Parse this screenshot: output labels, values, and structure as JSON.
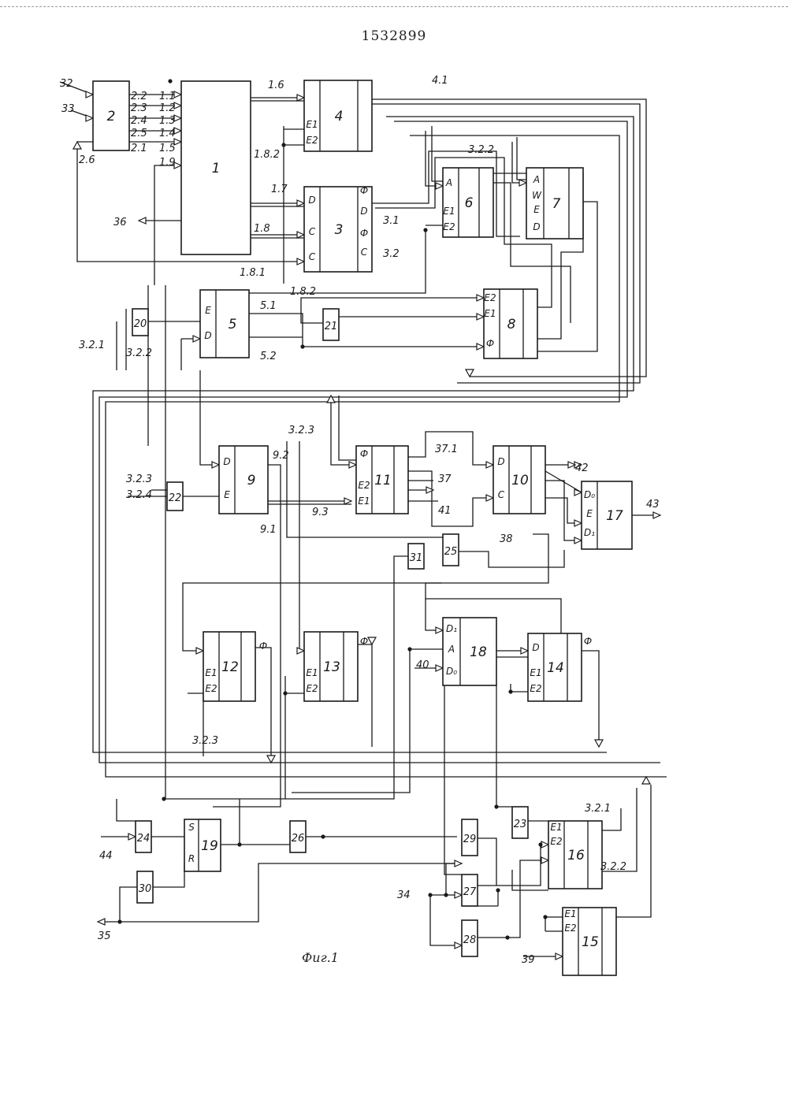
{
  "document_number": "1532899",
  "caption": "Фиг.1",
  "blocks": [
    {
      "id": "1",
      "pins": []
    },
    {
      "id": "2",
      "pins": []
    },
    {
      "id": "3",
      "pins": [
        "D",
        "C",
        "C",
        "Ф",
        "D",
        "Ф",
        "C"
      ]
    },
    {
      "id": "4",
      "pins": [
        "E1",
        "E2"
      ]
    },
    {
      "id": "5",
      "pins": [
        "E",
        "D"
      ]
    },
    {
      "id": "6",
      "pins": [
        "A",
        "E1",
        "E2"
      ]
    },
    {
      "id": "7",
      "pins": [
        "A",
        "W",
        "E",
        "D"
      ]
    },
    {
      "id": "8",
      "pins": [
        "E2",
        "E1",
        "Ф"
      ]
    },
    {
      "id": "9",
      "pins": [
        "D",
        "E"
      ]
    },
    {
      "id": "10",
      "pins": [
        "D",
        "C"
      ]
    },
    {
      "id": "11",
      "pins": [
        "Ф",
        "E2",
        "E1"
      ]
    },
    {
      "id": "12",
      "pins": [
        "E1",
        "E2",
        "Ф"
      ]
    },
    {
      "id": "13",
      "pins": [
        "E1",
        "E2",
        "Ф"
      ]
    },
    {
      "id": "14",
      "pins": [
        "D",
        "E1",
        "E2",
        "Ф"
      ]
    },
    {
      "id": "15",
      "pins": [
        "E1",
        "E2"
      ]
    },
    {
      "id": "16",
      "pins": [
        "E1",
        "E2"
      ]
    },
    {
      "id": "17",
      "pins": [
        "D0",
        "E",
        "D1"
      ]
    },
    {
      "id": "18",
      "pins": [
        "D1",
        "A",
        "D0"
      ]
    },
    {
      "id": "19",
      "pins": [
        "S",
        "R"
      ]
    },
    {
      "id": "20",
      "pins": []
    },
    {
      "id": "21",
      "pins": []
    },
    {
      "id": "22",
      "pins": []
    },
    {
      "id": "23",
      "pins": []
    },
    {
      "id": "24",
      "pins": []
    },
    {
      "id": "25",
      "pins": []
    },
    {
      "id": "26",
      "pins": []
    },
    {
      "id": "27",
      "pins": []
    },
    {
      "id": "28",
      "pins": []
    },
    {
      "id": "29",
      "pins": []
    },
    {
      "id": "30",
      "pins": []
    },
    {
      "id": "31",
      "pins": []
    }
  ],
  "labels": [
    "32",
    "33",
    "2.2",
    "2.3",
    "2.4",
    "2.5",
    "2.1",
    "2.6",
    "1.1",
    "1.2",
    "1.3",
    "1.4",
    "1.5",
    "1.9",
    "1.6",
    "1.7",
    "1.8",
    "1.8.1",
    "1.8.2",
    "1.8.2",
    "4.1",
    "3.2.2",
    "3.2.2",
    "3.1",
    "3.2",
    "36",
    "5.1",
    "5.2",
    "3.2.1",
    "3.2.3",
    "3.2.3",
    "3.2.4",
    "9.1",
    "9.2",
    "9.3",
    "37.1",
    "37",
    "41",
    "42",
    "43",
    "38",
    "40",
    "3.2.3",
    "3.2.1",
    "3.2.2",
    "34",
    "35",
    "44",
    "39"
  ]
}
